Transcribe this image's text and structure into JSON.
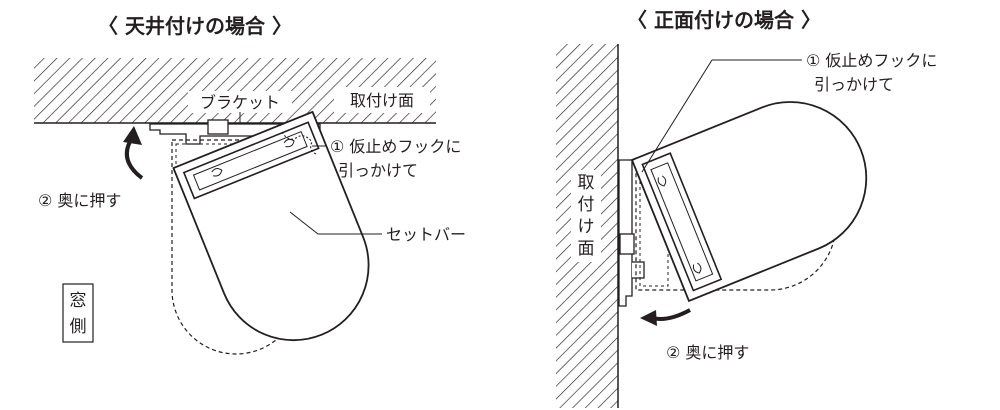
{
  "ceiling": {
    "title": "〈 天井付けの場合 〉",
    "mount_surface": "取付け面",
    "bracket": "ブラケット",
    "hook_line1": "① 仮止めフックに",
    "hook_line2": "引っかけて",
    "push": "② 奥に押す",
    "set_bar": "セットバー",
    "window_side_1": "窓",
    "window_side_2": "側"
  },
  "front": {
    "title": "〈 正面付けの場合 〉",
    "hook_line1": "① 仮止めフックに",
    "hook_line2": "引っかけて",
    "mount_surface_1": "取",
    "mount_surface_2": "付",
    "mount_surface_3": "け",
    "mount_surface_4": "面",
    "push": "② 奥に押す"
  },
  "colors": {
    "ink": "#231f20",
    "paper": "#ffffff"
  }
}
